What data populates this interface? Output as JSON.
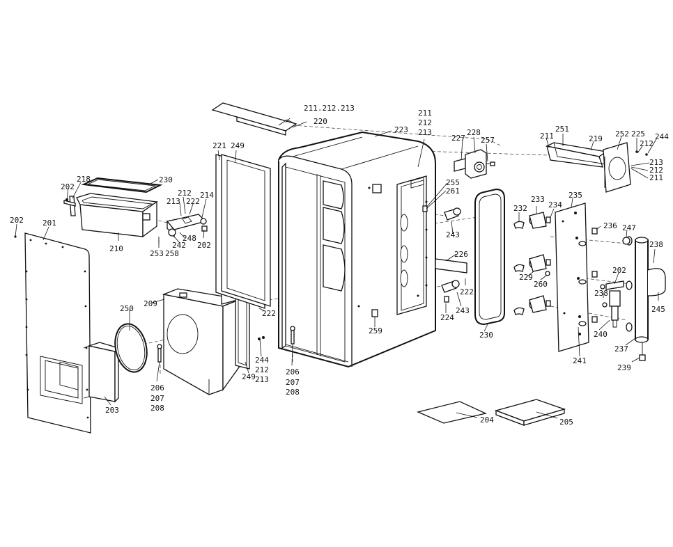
{
  "labels": {
    "l201": "201",
    "l202a": "202",
    "l202b": "202",
    "l202c": "202",
    "l202d": "202",
    "l203": "203",
    "l204": "204",
    "l205": "205",
    "l206a": "206",
    "l207a": "207",
    "l208a": "208",
    "l206b": "206",
    "l207b": "207",
    "l208b": "208",
    "l209": "209",
    "l210": "210",
    "l211top": "211.212.213",
    "l211a": "211",
    "l212a": "212",
    "l213a": "213",
    "l211b": "211",
    "l211c": "211",
    "l212b": "212",
    "l212c": "212",
    "l212d": "212",
    "l212e": "212",
    "l213b": "213",
    "l213c": "213",
    "l213d": "213",
    "l214": "214",
    "l218": "218",
    "l219": "219",
    "l220": "220",
    "l221": "221",
    "l222a": "222",
    "l222b": "222",
    "l222c": "222",
    "l223": "223",
    "l224": "224",
    "l225": "225",
    "l226": "226",
    "l227": "227",
    "l228": "228",
    "l229": "229",
    "l230a": "230",
    "l230b": "230",
    "l232": "232",
    "l233": "233",
    "l234": "234",
    "l235": "235",
    "l236": "236",
    "l237": "237",
    "l238a": "238",
    "l238b": "238",
    "l239": "239",
    "l240": "240",
    "l241": "241",
    "l242": "242",
    "l243a": "243",
    "l243b": "243",
    "l244a": "244",
    "l244b": "244",
    "l245": "245",
    "l247": "247",
    "l248": "248",
    "l249a": "249",
    "l249b": "249",
    "l250": "250",
    "l251": "251",
    "l252": "252",
    "l253": "253",
    "l255": "255",
    "l257": "257",
    "l258": "258",
    "l259": "259",
    "l260": "260",
    "l261": "261"
  }
}
